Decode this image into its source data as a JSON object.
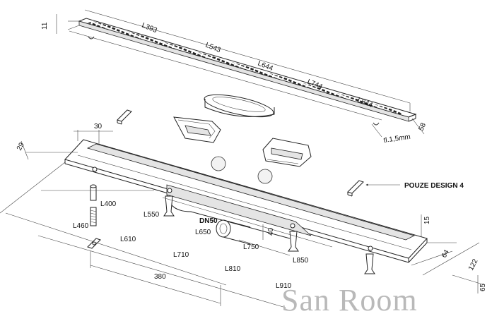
{
  "grate": {
    "lengths": [
      "L393",
      "L543",
      "L644",
      "L744",
      "L844"
    ],
    "height": "11",
    "width": "58",
    "thickness": "tl.1,5mm"
  },
  "channel": {
    "flange_width": "30",
    "depth": "29",
    "lengths": [
      "L400",
      "L460",
      "L550",
      "L610",
      "L650",
      "L710",
      "L750",
      "L810",
      "L850",
      "L910"
    ],
    "outlet": "DN50",
    "outlet_height": "40",
    "foot_spacing": "380",
    "side_height": "15",
    "inner_width": "64",
    "outer_width": "122",
    "foot_height": "65"
  },
  "note": "POUZE DESIGN 4",
  "watermark": "San Room"
}
